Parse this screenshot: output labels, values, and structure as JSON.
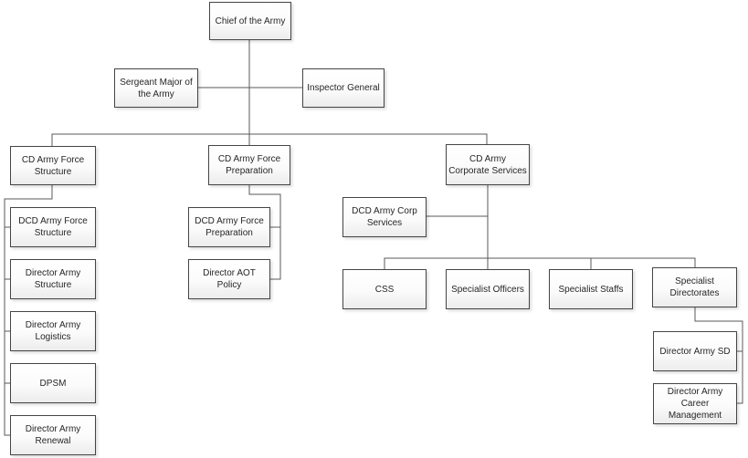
{
  "diagram": {
    "type": "org-chart",
    "nodes": {
      "chief": {
        "label": "Chief of the Army"
      },
      "sergeant_major": {
        "label": "Sergeant Major of the Army"
      },
      "inspector_general": {
        "label": "Inspector General"
      },
      "cd_force_structure": {
        "label": "CD Army Force Structure"
      },
      "cd_force_preparation": {
        "label": "CD Army Force Preparation"
      },
      "cd_corporate_services": {
        "label": "CD Army Corporate Services"
      },
      "dcd_force_structure": {
        "label": "DCD Army Force Structure"
      },
      "dir_army_structure": {
        "label": "Director Army Structure"
      },
      "dir_army_logistics": {
        "label": "Director Army Logistics"
      },
      "dpsm": {
        "label": "DPSM"
      },
      "dir_army_renewal": {
        "label": "Director Army Renewal"
      },
      "dcd_force_preparation": {
        "label": "DCD Army Force Preparation"
      },
      "dir_aot_policy": {
        "label": "Director AOT Policy"
      },
      "dcd_corp_services": {
        "label": "DCD Army Corp Services"
      },
      "css": {
        "label": "CSS"
      },
      "specialist_officers": {
        "label": "Specialist Officers"
      },
      "specialist_staffs": {
        "label": "Specialist Staffs"
      },
      "specialist_directorates": {
        "label": "Specialist Directorates"
      },
      "dir_army_sd": {
        "label": "Director Army SD"
      },
      "dir_army_career": {
        "label": "Director Army Career Management"
      }
    },
    "edges": [
      {
        "from": "chief",
        "to": "sergeant_major"
      },
      {
        "from": "chief",
        "to": "inspector_general"
      },
      {
        "from": "chief",
        "to": "cd_force_structure"
      },
      {
        "from": "chief",
        "to": "cd_force_preparation"
      },
      {
        "from": "chief",
        "to": "cd_corporate_services"
      },
      {
        "from": "cd_force_structure",
        "to": "dcd_force_structure"
      },
      {
        "from": "cd_force_structure",
        "to": "dir_army_structure"
      },
      {
        "from": "cd_force_structure",
        "to": "dir_army_logistics"
      },
      {
        "from": "cd_force_structure",
        "to": "dpsm"
      },
      {
        "from": "cd_force_structure",
        "to": "dir_army_renewal"
      },
      {
        "from": "cd_force_preparation",
        "to": "dcd_force_preparation"
      },
      {
        "from": "cd_force_preparation",
        "to": "dir_aot_policy"
      },
      {
        "from": "cd_corporate_services",
        "to": "dcd_corp_services"
      },
      {
        "from": "cd_corporate_services",
        "to": "css"
      },
      {
        "from": "cd_corporate_services",
        "to": "specialist_officers"
      },
      {
        "from": "cd_corporate_services",
        "to": "specialist_staffs"
      },
      {
        "from": "cd_corporate_services",
        "to": "specialist_directorates"
      },
      {
        "from": "specialist_directorates",
        "to": "dir_army_sd"
      },
      {
        "from": "specialist_directorates",
        "to": "dir_army_career"
      }
    ],
    "colors": {
      "line": "#595959",
      "node_border": "#454545",
      "node_fill_top": "#ffffff",
      "node_fill_bottom": "#ececec",
      "text": "#262626",
      "background": "#ffffff"
    }
  }
}
